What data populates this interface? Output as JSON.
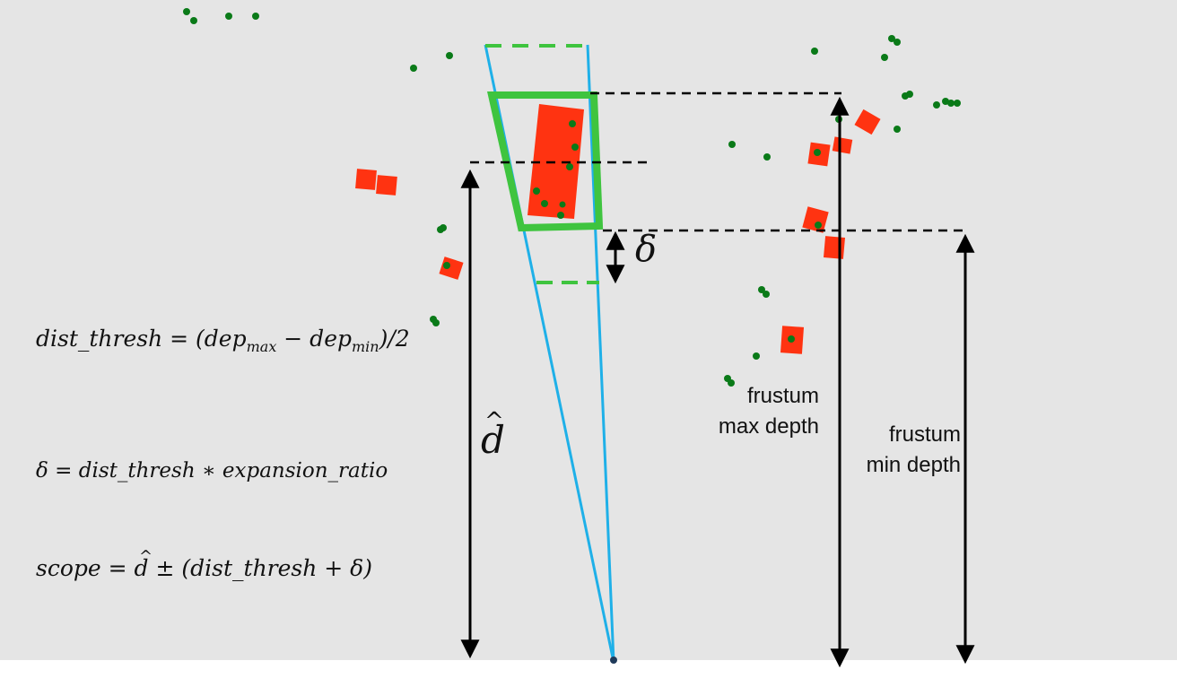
{
  "formulas": {
    "dist_thresh": "dist_thresh = (dep",
    "dist_thresh_sub_max": "max",
    "dist_thresh_mid": " − dep",
    "dist_thresh_sub_min": "min",
    "dist_thresh_end": ")/2",
    "delta": "δ = dist_thresh ∗ expansion_ratio",
    "scope_pre": "scope = ",
    "scope_post": " ± (dist_thresh + δ)"
  },
  "symbols": {
    "d_hat": "d",
    "hat": "^",
    "delta": "δ"
  },
  "labels": {
    "frustum_max_1": "frustum",
    "frustum_max_2": "max depth",
    "frustum_min_1": "frustum",
    "frustum_min_2": "min depth"
  },
  "colors": {
    "background": "#e5e5e5",
    "frustum_box": "#3fc43f",
    "ray": "#1fb0e8",
    "object": "#ff3311",
    "point": "#0a7a18",
    "arrow": "#000000"
  }
}
